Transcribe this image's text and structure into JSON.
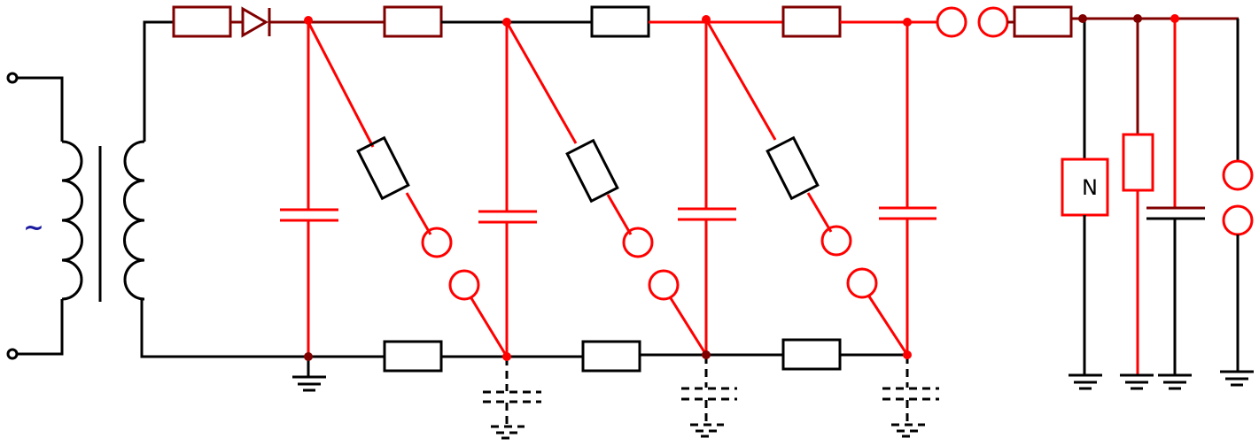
{
  "diagram": {
    "type": "circuit-schematic",
    "source_symbol": "~",
    "nonlinear_resistor_label": "N",
    "stage_count": 4
  },
  "colors": {
    "wire_black": "#000000",
    "wire_red": "#ff0000",
    "wire_dark_red": "#800000",
    "source_symbol": "#1a1aa0"
  },
  "icons": [
    "terminal-icon",
    "transformer-icon",
    "resistor-icon",
    "diode-icon",
    "capacitor-icon",
    "sphere-gap-icon",
    "ground-icon",
    "stray-capacitance-icon",
    "node-dot-icon"
  ]
}
